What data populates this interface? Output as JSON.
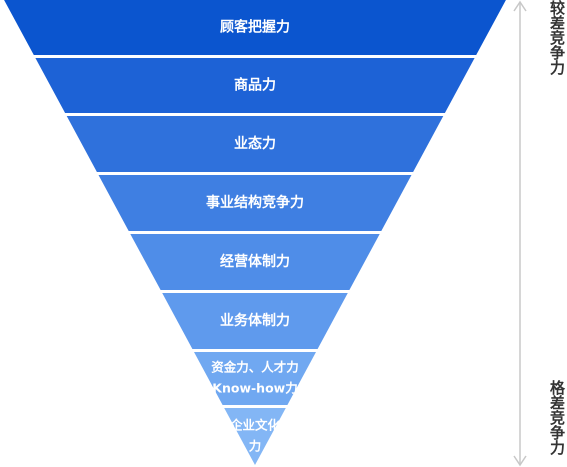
{
  "layers": [
    {
      "label": "顾客把握力",
      "color": "#0b55cf"
    },
    {
      "label": "商品力",
      "color": "#1d62d6"
    },
    {
      "label": "业态力",
      "color": "#2f71dc"
    },
    {
      "label": "事业结构竞争力",
      "color": "#3f7fe2"
    },
    {
      "label": "经营体制力",
      "color": "#4f8de8"
    },
    {
      "label": "业务体制力",
      "color": "#5f9aed"
    },
    {
      "label_lines": [
        "资金力、人才力",
        "Know-how力"
      ],
      "color": "#70a8f1"
    },
    {
      "label_lines": [
        "企业文化",
        "力"
      ],
      "color": "#83b6f5"
    }
  ],
  "side_labels": {
    "top": "较差竞争力",
    "bottom": "格差竞争力"
  },
  "colors": {
    "arrow": "#c8c8c8",
    "side_text": "#333333"
  }
}
